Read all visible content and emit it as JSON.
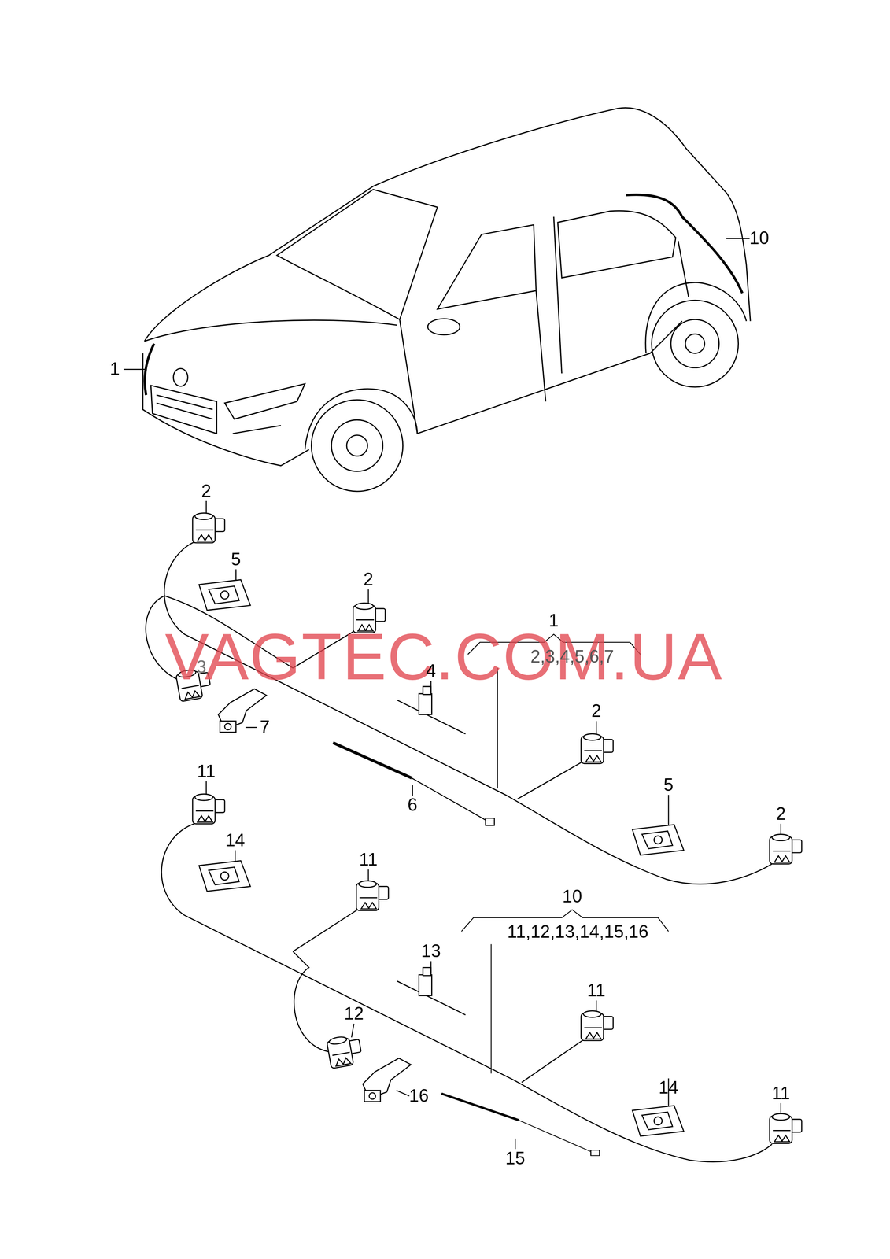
{
  "diagram": {
    "labels": [
      "1",
      "10",
      "2",
      "5",
      "2",
      "VAGTEC.COM.UA",
      "3",
      "1",
      "2,3,4,5,6,7",
      "4",
      "7",
      "2",
      "6",
      "5",
      "2",
      "11",
      "14",
      "11",
      "10",
      "11,12,13,14,15,16",
      "13",
      "12",
      "11",
      "16",
      "14",
      "11",
      "15"
    ]
  }
}
